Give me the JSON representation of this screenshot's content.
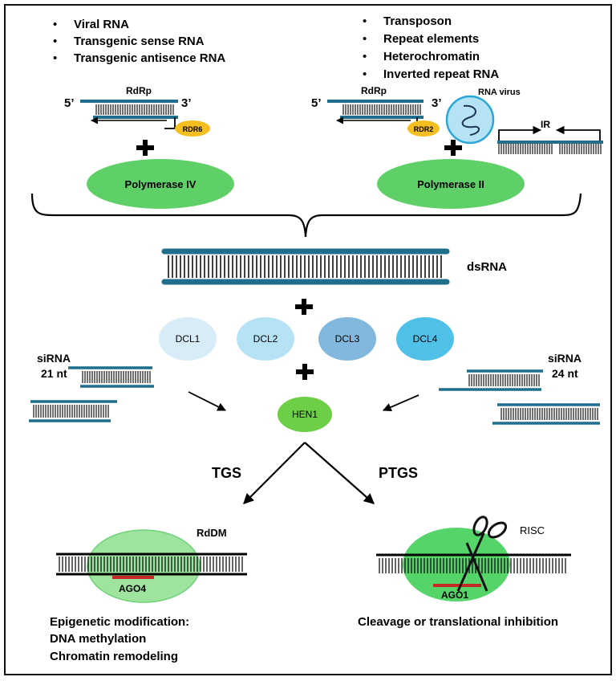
{
  "lists": {
    "left": [
      "Viral RNA",
      "Transgenic sense RNA",
      "Transgenic antisence RNA"
    ],
    "right": [
      "Transposon",
      "Repeat elements",
      "Heterochromatin",
      "Inverted repeat RNA"
    ]
  },
  "left_panel": {
    "rdrp": "RdRp",
    "five_prime": "5’",
    "three_prime": "3’",
    "rdr": "RDR6",
    "polymerase": "Polymerase IV"
  },
  "right_panel": {
    "rdrp": "RdRp",
    "five_prime": "5’",
    "three_prime": "3’",
    "rdr": "RDR2",
    "virus": "RNA virus",
    "ir": "IR",
    "polymerase": "Polymerase II"
  },
  "dsrna_label": "dsRNA",
  "dicers": [
    "DCL1",
    "DCL2",
    "DCL3",
    "DCL4"
  ],
  "sirna_left": {
    "line1": "siRNA",
    "line2": "21 nt"
  },
  "sirna_right": {
    "line1": "siRNA",
    "line2": "24 nt"
  },
  "hen1": "HEN1",
  "pathways": {
    "tgs": "TGS",
    "ptgs": "PTGS"
  },
  "rddm": {
    "label": "RdDM",
    "ago": "AGO4"
  },
  "risc": {
    "label": "RISC",
    "ago": "AGO1"
  },
  "outcomes": {
    "left": [
      "Epigenetic modification:",
      "DNA methylation",
      "Chromatin remodeling"
    ],
    "right": "Cleavage or translational inhibition"
  },
  "colors": {
    "strand": "#1f6e8c",
    "rdr": "#f5bf1f",
    "polymerase": "#5fd068",
    "hen1": "#6ccf45",
    "ago_ellipse": "#55d46a",
    "ago4_ellipse": "#9ee39e",
    "red_guide": "#c62828",
    "virus": "#b6e3f4",
    "dcl1": "#d8ecf8",
    "dcl2": "#b5e2f5",
    "dcl3": "#82b8dd",
    "dcl4": "#4fc1e8"
  }
}
